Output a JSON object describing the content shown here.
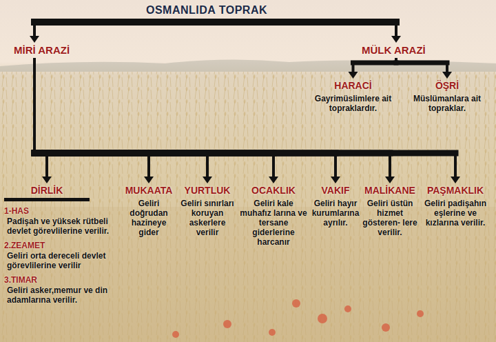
{
  "diagram": {
    "nodes": [
      {
        "text": [
          "OSMANLIDA TOPRAK"
        ]
      },
      {
        "text": [
          "MİRİ ARAZİ"
        ]
      },
      {
        "text": [
          "MÜLK ARAZİ"
        ]
      },
      {
        "text": [
          "HARACİ",
          "Gayrimüslimlere ait topraklardır."
        ]
      },
      {
        "text": [
          "ÖŞRİ",
          "Müslümanlara ait topraklar."
        ]
      },
      {
        "text": [
          "DİRLİK",
          "1-HAS",
          "Padişah ve yüksek rütbeli devlet görevlilerine verilir.",
          "2.ZEAMET",
          "Geliri orta dereceli devlet görevlilerine verilir",
          "3.TIMAR",
          "Geliri asker,memur ve din adamlarına verilir."
        ]
      },
      {
        "text": [
          "MUKAATA",
          "Geliri doğrudan hazineye gider"
        ]
      },
      {
        "text": [
          "YURTLUK",
          "Geliri sınırları koruyan askerlere verilir"
        ]
      },
      {
        "text": [
          "OCAKLIK",
          "Geliri kale muhafız larına ve tersane giderlerine harcanır"
        ]
      },
      {
        "text": [
          "VAKIF",
          "Geliri hayır kurumlarına ayrılır."
        ]
      },
      {
        "text": [
          "MALİKANE",
          "Geliri üstün hizmet gösteren- lere verilir."
        ]
      },
      {
        "text": [
          "PAŞMAKLIK",
          "Geliri padişahın eşlerine ve kızlarına verilir."
        ]
      }
    ],
    "edges": [
      {
        "from": 0,
        "to": 1,
        "arrow": "to"
      },
      {
        "from": 0,
        "to": 2,
        "arrow": "to"
      },
      {
        "from": 2,
        "to": 3,
        "arrow": "to"
      },
      {
        "from": 2,
        "to": 4,
        "arrow": "to"
      },
      {
        "from": 1,
        "to": 5,
        "arrow": "to"
      },
      {
        "from": 1,
        "to": 6,
        "arrow": "to"
      },
      {
        "from": 1,
        "to": 7,
        "arrow": "to"
      },
      {
        "from": 1,
        "to": 8,
        "arrow": "to"
      },
      {
        "from": 1,
        "to": 9,
        "arrow": "to"
      },
      {
        "from": 1,
        "to": 10,
        "arrow": "to"
      },
      {
        "from": 1,
        "to": 11,
        "arrow": "to"
      }
    ]
  }
}
